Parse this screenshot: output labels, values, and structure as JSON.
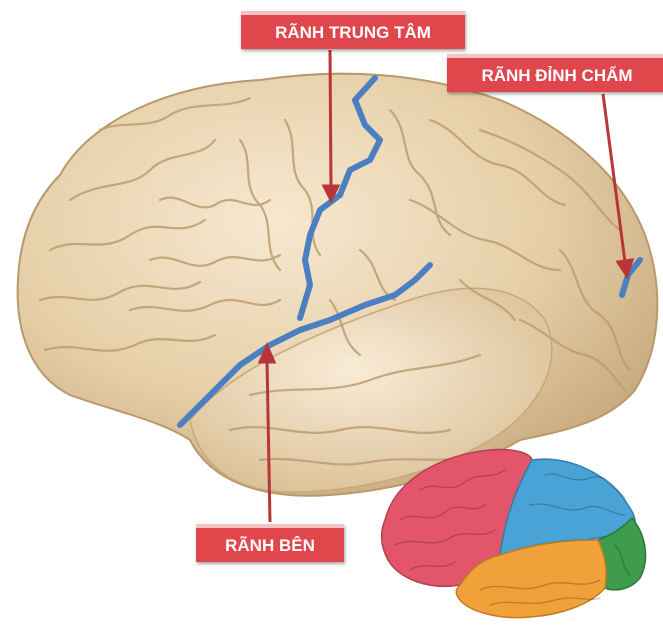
{
  "labels": {
    "central_sulcus": "RÃNH TRUNG TÂM",
    "parieto_occipital_sulcus": "RÃNH ĐỈNH CHẨM",
    "lateral_sulcus": "RÃNH BÊN"
  },
  "colors": {
    "label_fill": "#e0474c",
    "arrow": "#b8353a",
    "sulcus_line": "#4a7fc1",
    "brain_base": "#ecd8b8",
    "frontal_lobe": "#e2556a",
    "parietal_lobe": "#4aa3d6",
    "temporal_lobe": "#f0a13a",
    "occipital_lobe": "#3f9b4e"
  }
}
